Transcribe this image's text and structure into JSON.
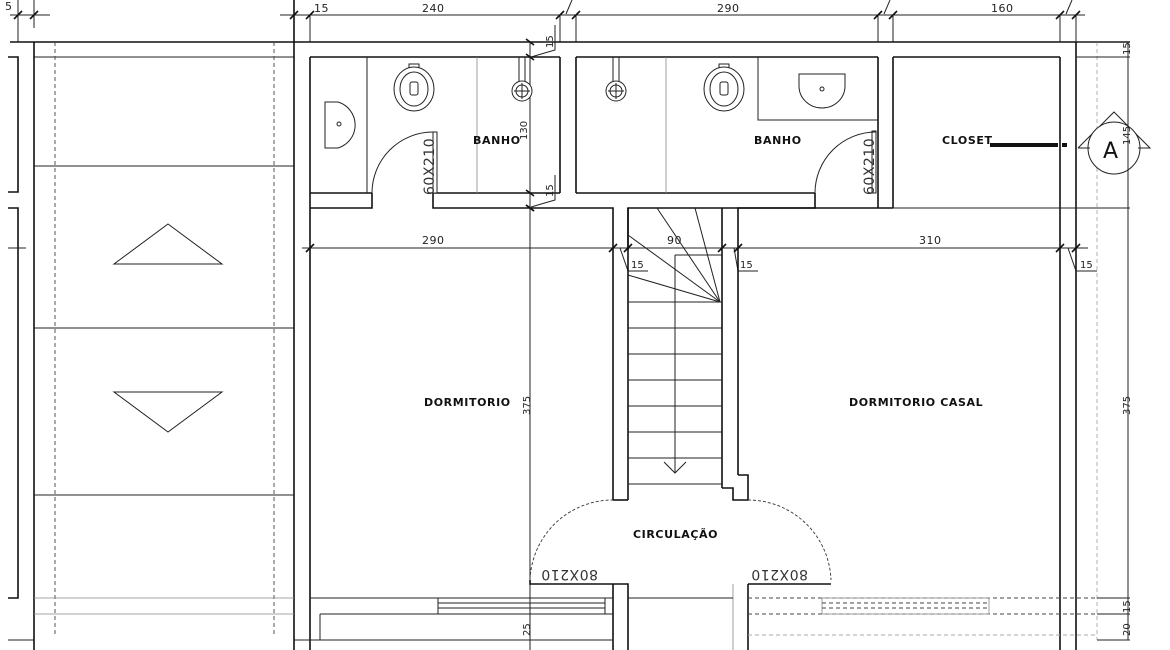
{
  "drawing": {
    "type": "architectural floor plan",
    "rooms": {
      "bath_left": "BANHO",
      "bath_right": "BANHO",
      "closet": "CLOSET",
      "bedroom": "DORMITORIO",
      "master_bedroom": "DORMITORIO CASAL",
      "hall": "CIRCULAÇÃO"
    },
    "doors": {
      "bath_left": "60X210",
      "bath_right": "60X210",
      "bedroom": "80X210",
      "master_bedroom": "80X210"
    },
    "dimensions_top": {
      "left_partial": "5",
      "wall_a": "15",
      "bath_left_width": "240",
      "bath_right_width": "290",
      "closet_width": "160"
    },
    "dimensions_mid": {
      "bedroom_width": "290",
      "stair_width": "90",
      "master_width": "310",
      "wall_left_stair": "15",
      "wall_right_stair": "15",
      "wall_right_ext": "15"
    },
    "dimensions_vertical": {
      "bath_wall_top": "15",
      "bath_depth": "130",
      "bath_wall_bottom": "15",
      "bedroom_depth": "375",
      "bottom_depth": "25",
      "right_wall_top": "15",
      "right_closet": "145",
      "right_bedroom": "375",
      "right_bottom_a": "15",
      "right_bottom_b": "20"
    },
    "section_marker": "A",
    "colors": {
      "line": "#111111",
      "background": "#ffffff"
    }
  }
}
